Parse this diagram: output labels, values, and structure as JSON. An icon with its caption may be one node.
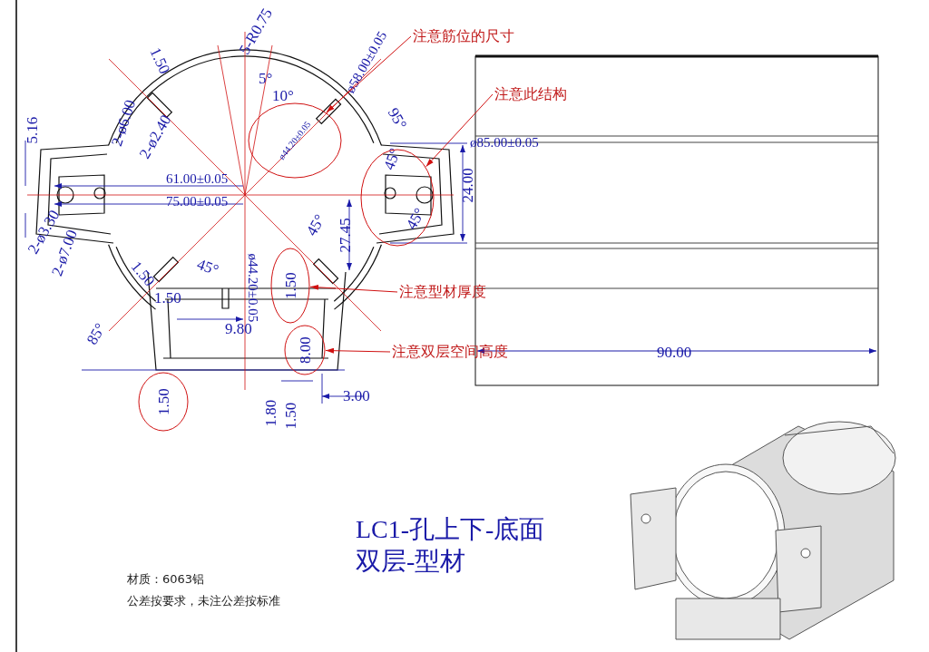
{
  "diagram": {
    "title": "LC1-孔上下-底面双层-型材",
    "nodes": [
      {
        "text": [
          "注意筋位的尺寸"
        ]
      },
      {
        "text": [
          "注意此结构"
        ]
      },
      {
        "text": [
          "注意型材厚度"
        ]
      },
      {
        "text": [
          "注意双层空间高度"
        ]
      },
      {
        "text": [
          "ø44.20±0.05"
        ]
      },
      {
        "text": [],
        "shape": "circle"
      },
      {
        "text": [
          "1.50"
        ]
      },
      {
        "text": [
          "8.00"
        ]
      },
      {
        "text": [
          "1.50"
        ]
      }
    ],
    "edges": [
      {
        "from": 0,
        "to": 4,
        "arrow": "to"
      },
      {
        "from": 1,
        "to": 5,
        "arrow": "to"
      },
      {
        "from": 2,
        "to": 6,
        "arrow": "to"
      },
      {
        "from": 3,
        "to": 7,
        "arrow": "to"
      }
    ],
    "labels": [
      "1.50",
      "5-R0.75",
      "ø58.00±0.05",
      "5°",
      "10°",
      "95°",
      "5.16",
      "2-ø6.00",
      "2-ø2.40",
      "61.00±0.05",
      "75.00±0.05",
      "ø85.00±0.05",
      "45°",
      "24.00",
      "45°",
      "2-ø3.30",
      "2-ø7.00",
      "1.50",
      "45°",
      "ø44.20±0.05",
      "45°",
      "27.45",
      "1.50",
      "9.80",
      "85°",
      "90.00",
      "3.00",
      "1.80",
      "1.50",
      "材质：6063铝",
      "公差按要求，未注公差按标准"
    ]
  }
}
